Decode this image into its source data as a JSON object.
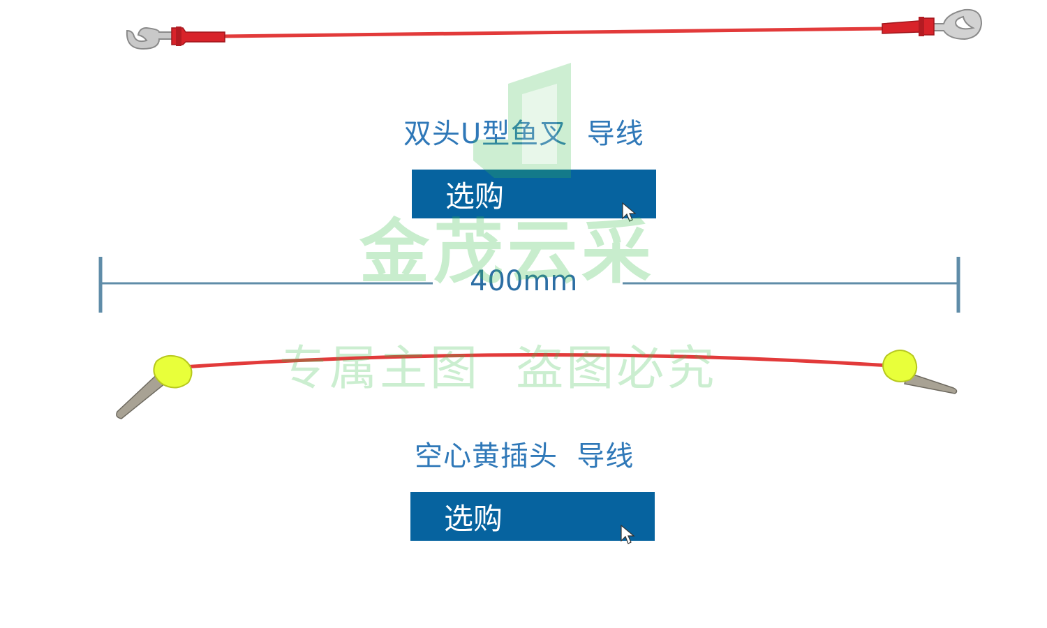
{
  "products": [
    {
      "caption": "双头U型鱼叉  导线",
      "button_label": "选购",
      "icons": {
        "connector": "u-fork-terminal-icon",
        "cursor": "mouse-pointer-icon"
      }
    },
    {
      "caption": "空心黄插头  导线",
      "button_label": "选购",
      "icons": {
        "connector": "ferrule-terminal-icon",
        "cursor": "mouse-pointer-icon"
      }
    }
  ],
  "dimension": {
    "label": "400mm"
  },
  "watermark": {
    "brand": "金茂云采",
    "tagline": "专属主图  盗图必究",
    "icon": "j-logo-icon"
  },
  "colors": {
    "wire": "#e23a3a",
    "sleeve_red": "#d8232a",
    "ferrule_yellow": "#e8ff3a",
    "button_bg": "#06639f",
    "caption_text": "#2f78b8",
    "dimension_line": "#5f8ca8",
    "watermark_green": "#3cbf4e"
  }
}
